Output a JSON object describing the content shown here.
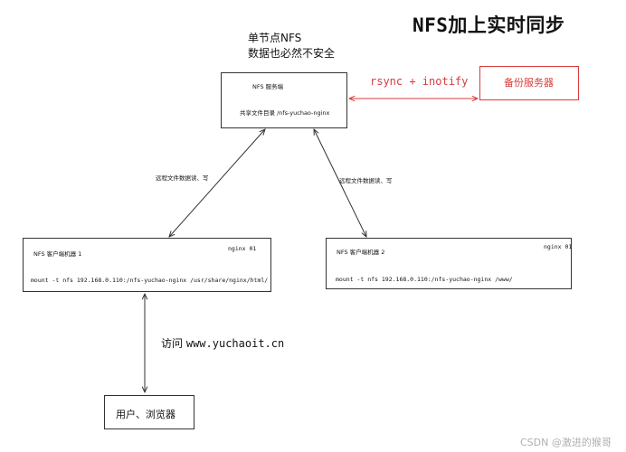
{
  "title": "NFS加上实时同步",
  "note": {
    "line1": "单节点NFS",
    "line2": "数据也必然不安全"
  },
  "server": {
    "title": "NFS  服务端",
    "share": "共享文件目录 /nfs-yuchao-nginx"
  },
  "backup": {
    "label": "备份服务器"
  },
  "sync_label": "rsync + inotify",
  "arrow_label_left": "远程文件数据读、写",
  "arrow_label_right": "远程文件数据读、写",
  "client1": {
    "title": "NFS  客户端机器 1",
    "tag": "nginx 01",
    "mount": "mount -t nfs 192.168.0.110:/nfs-yuchao-nginx /usr/share/nginx/html/"
  },
  "client2": {
    "title": "NFS  客户端机器 2",
    "tag": "nginx 01",
    "mount": "mount -t nfs 192.168.0.110:/nfs-yuchao-nginx /www/"
  },
  "visit": {
    "prefix": "访问",
    "url": "www.yuchaoit.cn"
  },
  "user_box": {
    "label": "用户、浏览器"
  },
  "watermark": "CSDN @激进的猴哥",
  "colors": {
    "accent": "#d93b3b",
    "line": "#333333"
  }
}
